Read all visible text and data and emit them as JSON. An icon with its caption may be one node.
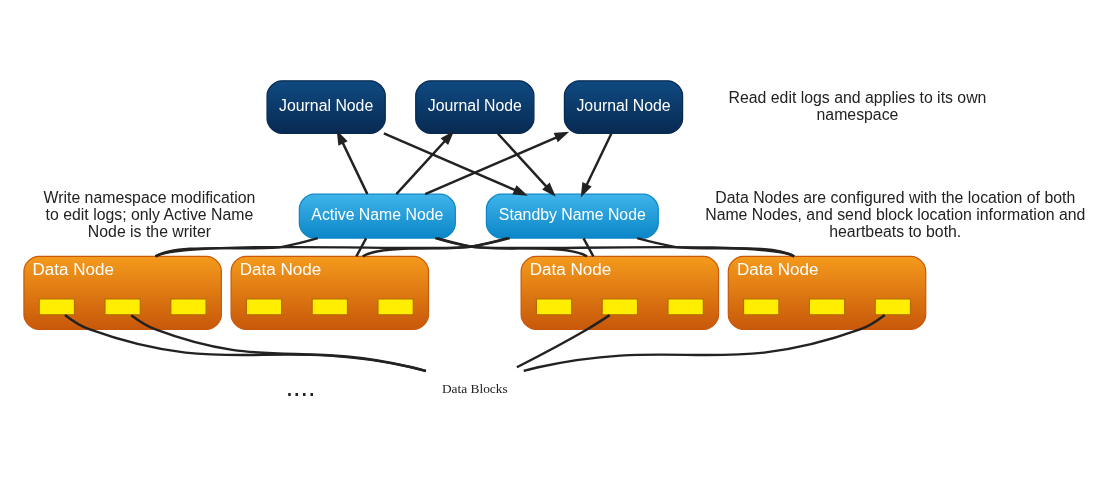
{
  "diagram": {
    "nodes": [
      {
        "text": [
          "Journal Node"
        ]
      },
      {
        "text": [
          "Journal Node"
        ]
      },
      {
        "text": [
          "Journal Node"
        ]
      },
      {
        "text": [
          "Active Name Node"
        ]
      },
      {
        "text": [
          "Standby Name Node"
        ]
      },
      {
        "text": [
          "Data Node"
        ]
      },
      {
        "text": [],
        "shape": "box",
        "in": 5
      },
      {
        "text": [],
        "shape": "box",
        "in": 5
      },
      {
        "text": [],
        "shape": "box",
        "in": 5
      },
      {
        "text": [
          "Data Node"
        ]
      },
      {
        "text": [],
        "shape": "box",
        "in": 9
      },
      {
        "text": [],
        "shape": "box",
        "in": 9
      },
      {
        "text": [],
        "shape": "box",
        "in": 9
      },
      {
        "text": [
          "Data Node"
        ]
      },
      {
        "text": [],
        "shape": "box",
        "in": 13
      },
      {
        "text": [],
        "shape": "box",
        "in": 13
      },
      {
        "text": [],
        "shape": "box",
        "in": 13
      },
      {
        "text": [
          "Data Node"
        ]
      },
      {
        "text": [],
        "shape": "box",
        "in": 17
      },
      {
        "text": [],
        "shape": "box",
        "in": 17
      },
      {
        "text": [],
        "shape": "box",
        "in": 17
      },
      {
        "text": [
          "Data Blocks"
        ]
      }
    ],
    "edges": [
      {
        "from": 3,
        "to": 0,
        "arrow": "to"
      },
      {
        "from": 3,
        "to": 1,
        "arrow": "to"
      },
      {
        "from": 3,
        "to": 2,
        "arrow": "to"
      },
      {
        "from": 0,
        "to": 4,
        "arrow": "to"
      },
      {
        "from": 1,
        "to": 4,
        "arrow": "to"
      },
      {
        "from": 2,
        "to": 4,
        "arrow": "to"
      },
      {
        "from": 3,
        "to": 5,
        "arrow": "none"
      },
      {
        "from": 3,
        "to": 9,
        "arrow": "none"
      },
      {
        "from": 3,
        "to": 13,
        "arrow": "none"
      },
      {
        "from": 3,
        "to": 17,
        "arrow": "none"
      },
      {
        "from": 4,
        "to": 5,
        "arrow": "none"
      },
      {
        "from": 4,
        "to": 9,
        "arrow": "none"
      },
      {
        "from": 4,
        "to": 13,
        "arrow": "none"
      },
      {
        "from": 4,
        "to": 17,
        "arrow": "none"
      },
      {
        "from": 21,
        "to": 6,
        "arrow": "none"
      },
      {
        "from": 21,
        "to": 7,
        "arrow": "none"
      },
      {
        "from": 21,
        "to": 15,
        "arrow": "none"
      },
      {
        "from": 21,
        "to": 20,
        "arrow": "none"
      }
    ],
    "labels": [
      "Write namespace modification to edit logs; only Active Name Node is the writer",
      "Read edit logs and applies to its own namespace",
      "Data Nodes are configured with the location of both Name Nodes, and send block location information and heartbeats to both.",
      "...."
    ]
  }
}
